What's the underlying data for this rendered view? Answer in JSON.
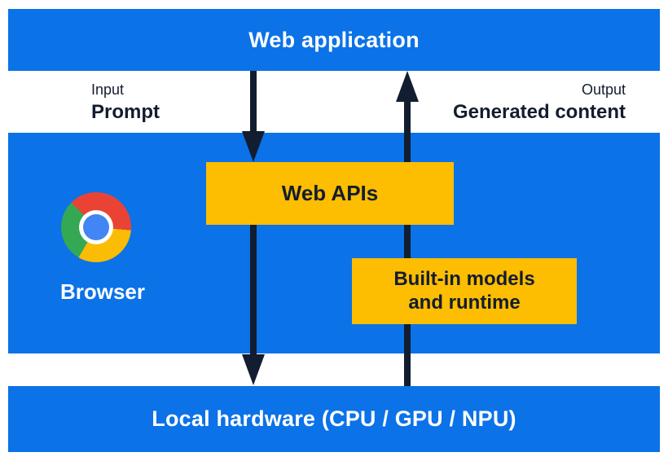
{
  "diagram": {
    "web_application": {
      "label": "Web application"
    },
    "input": {
      "title": "Input",
      "subtitle": "Prompt"
    },
    "output": {
      "title": "Output",
      "subtitle": "Generated content"
    },
    "browser": {
      "label": "Browser"
    },
    "web_apis": {
      "label": "Web APIs"
    },
    "builtin_models": {
      "line1": "Built-in models",
      "line2": "and runtime"
    },
    "local_hardware": {
      "label": "Local hardware (CPU / GPU / NPU)"
    }
  },
  "icons": {
    "chrome": "chrome-browser-icon"
  },
  "colors": {
    "layer_blue": "#0B72E8",
    "box_yellow": "#FDBD00",
    "ink_navy": "#131D30",
    "text_white": "#FFFFFF",
    "chrome_red": "#EA4335",
    "chrome_yellow": "#FBBC05",
    "chrome_green": "#34A853",
    "chrome_blue": "#4285F4"
  }
}
